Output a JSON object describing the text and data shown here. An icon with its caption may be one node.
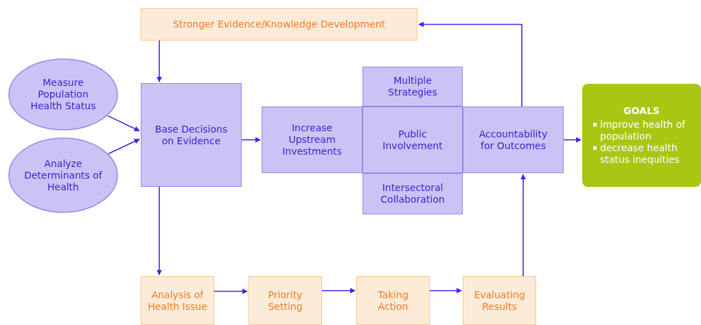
{
  "diagram": {
    "nodes": [
      {
        "text": [
          "Stronger Evidence/Knowledge Development"
        ]
      },
      {
        "text": [
          "Measure Population Health Status"
        ]
      },
      {
        "text": [
          "Analyze Determinants of Health"
        ]
      },
      {
        "text": [
          "Base Decisions on Evidence"
        ]
      },
      {
        "text": [
          "Increase Upstream Investments"
        ]
      },
      {
        "text": [
          "Multiple Strategies"
        ]
      },
      {
        "text": [
          "Public Involvement"
        ]
      },
      {
        "text": [
          "Intersectoral Collaboration"
        ]
      },
      {
        "text": [
          "Accountability for Outcomes"
        ]
      },
      {
        "text": [
          "GOALS",
          "improve health of population",
          "decrease health status inequities"
        ]
      },
      {
        "text": [
          "Analysis of Health Issue"
        ]
      },
      {
        "text": [
          "Priority Setting"
        ]
      },
      {
        "text": [
          "Taking Action"
        ]
      },
      {
        "text": [
          "Evaluating Results"
        ]
      }
    ],
    "edges": [
      {
        "from": 0,
        "to": 3,
        "arrow": "to"
      },
      {
        "from": 1,
        "to": 3,
        "arrow": "to"
      },
      {
        "from": 2,
        "to": 3,
        "arrow": "to"
      },
      {
        "from": 3,
        "to": 4,
        "arrow": "to"
      },
      {
        "from": 8,
        "to": 9,
        "arrow": "to"
      },
      {
        "from": 8,
        "to": 0,
        "arrow": "to"
      },
      {
        "from": 3,
        "to": 10,
        "arrow": "to"
      },
      {
        "from": 10,
        "to": 11,
        "arrow": "to"
      },
      {
        "from": 11,
        "to": 12,
        "arrow": "to"
      },
      {
        "from": 12,
        "to": 13,
        "arrow": "to"
      },
      {
        "from": 13,
        "to": 8,
        "arrow": "to"
      }
    ]
  }
}
